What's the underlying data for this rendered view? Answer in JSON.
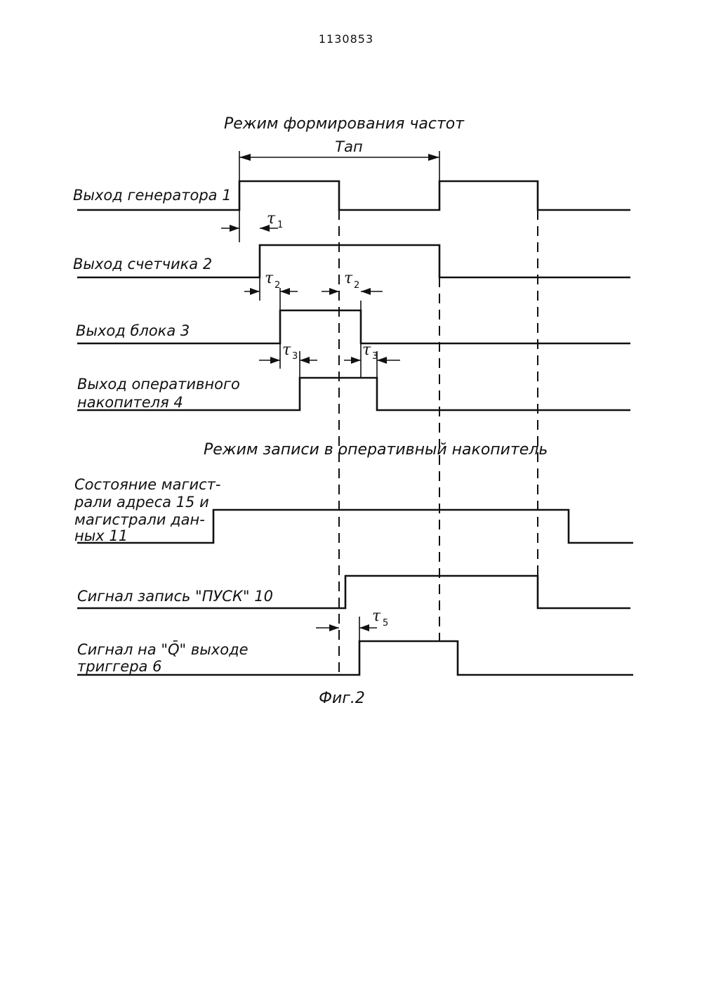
{
  "page_number": "1130853",
  "figure_caption": "Фиг.2",
  "sections": {
    "frequency_mode_title": "Режим формирования частот",
    "write_mode_title": "Режим записи в оперативный накопитель"
  },
  "period_label": "Tап",
  "signals": [
    {
      "id": "generator",
      "label_lines": [
        "Выход генератора 1"
      ]
    },
    {
      "id": "counter",
      "label_lines": [
        "Выход счетчика 2"
      ]
    },
    {
      "id": "block3",
      "label_lines": [
        "Выход блока 3"
      ]
    },
    {
      "id": "ram",
      "label_lines": [
        "Выход оперативного",
        "накопителя 4"
      ]
    },
    {
      "id": "bus",
      "label_lines": [
        "Состояние магист-",
        "рали адреса 15 и",
        "магистрали дан-",
        "ных 11"
      ]
    },
    {
      "id": "start",
      "label_lines": [
        "Сигнал запись \"ПУСК\" 10"
      ]
    },
    {
      "id": "trigger",
      "label_lines": [
        "Сигнал на \"Q̄\" выходе",
        "триггера 6"
      ]
    }
  ],
  "delays": [
    {
      "id": "tau1",
      "symbol": "τ",
      "sub": "1"
    },
    {
      "id": "tau2a",
      "symbol": "τ",
      "sub": "2"
    },
    {
      "id": "tau2b",
      "symbol": "τ",
      "sub": "2"
    },
    {
      "id": "tau3a",
      "symbol": "τ",
      "sub": "3"
    },
    {
      "id": "tau3b",
      "symbol": "τ",
      "sub": "3"
    },
    {
      "id": "tau5",
      "symbol": "τ",
      "sub": "5"
    }
  ]
}
